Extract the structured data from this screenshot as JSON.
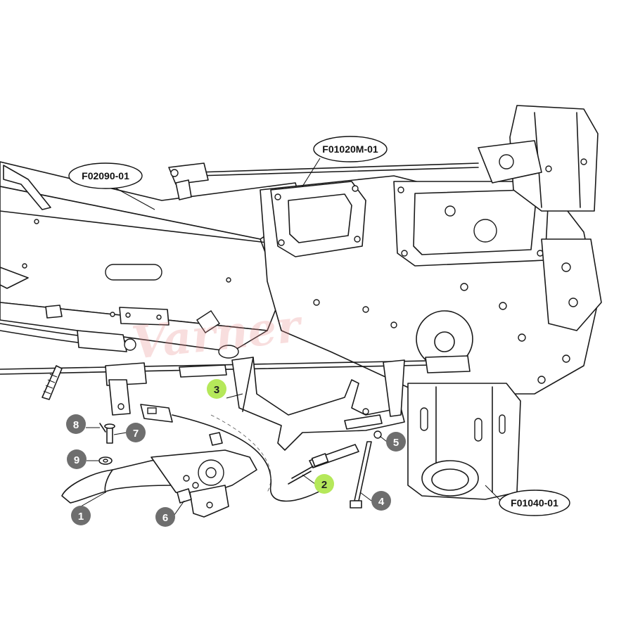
{
  "watermark": "Varner",
  "assembly_labels": {
    "f02090": "F02090-01",
    "f01020m": "F01020M-01",
    "f01040": "F01040-01"
  },
  "part_numbers": {
    "n1": "1",
    "n2": "2",
    "n3": "3",
    "n4": "4",
    "n5": "5",
    "n6": "6",
    "n7": "7",
    "n8": "8",
    "n9": "9"
  },
  "colors": {
    "callout_grey": "#6e6e6e",
    "callout_green": "#b5e85a",
    "line": "#1a1a1a",
    "watermark": "#e88a8a"
  }
}
